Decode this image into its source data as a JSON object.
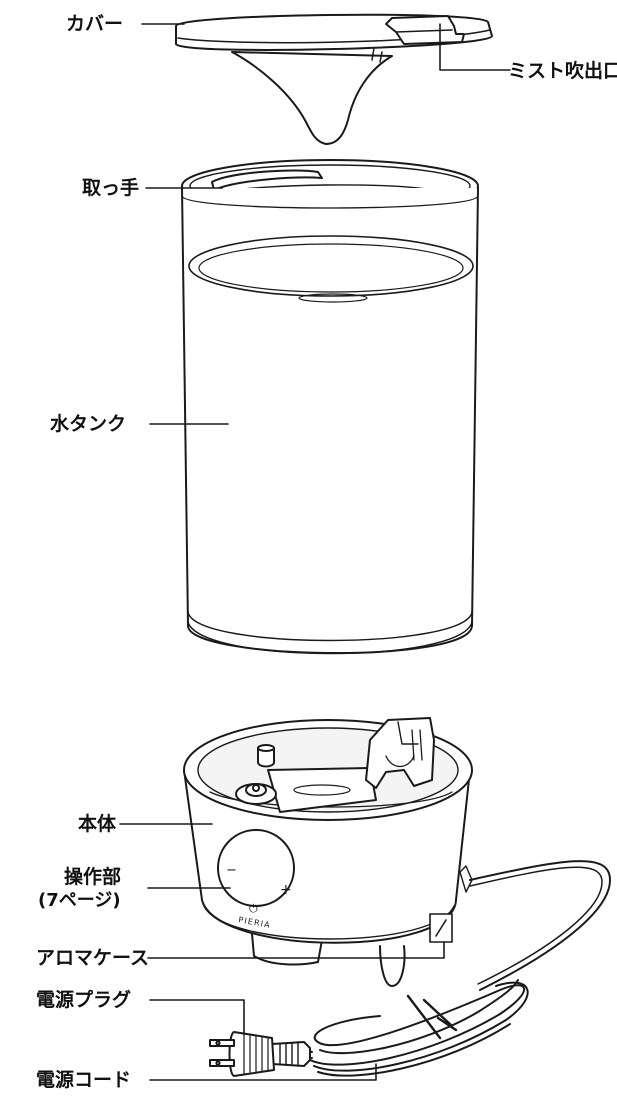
{
  "labels": {
    "cover": "カバー",
    "mist_outlet": "ミスト吹出口",
    "handle": "取っ手",
    "water_tank": "水タンク",
    "main_unit": "本体",
    "control_panel": "操作部",
    "control_panel_ref": "(7ページ)",
    "aroma_case": "アロマケース",
    "power_plug": "電源プラグ",
    "power_cord": "電源コード"
  },
  "panel": {
    "minus": "−",
    "plus": "+",
    "power_symbol": "⏻",
    "brand": "PIERIA"
  },
  "colors": {
    "stroke": "#1a1a1a",
    "fill": "#ffffff",
    "shade": "#e9e9e9"
  }
}
